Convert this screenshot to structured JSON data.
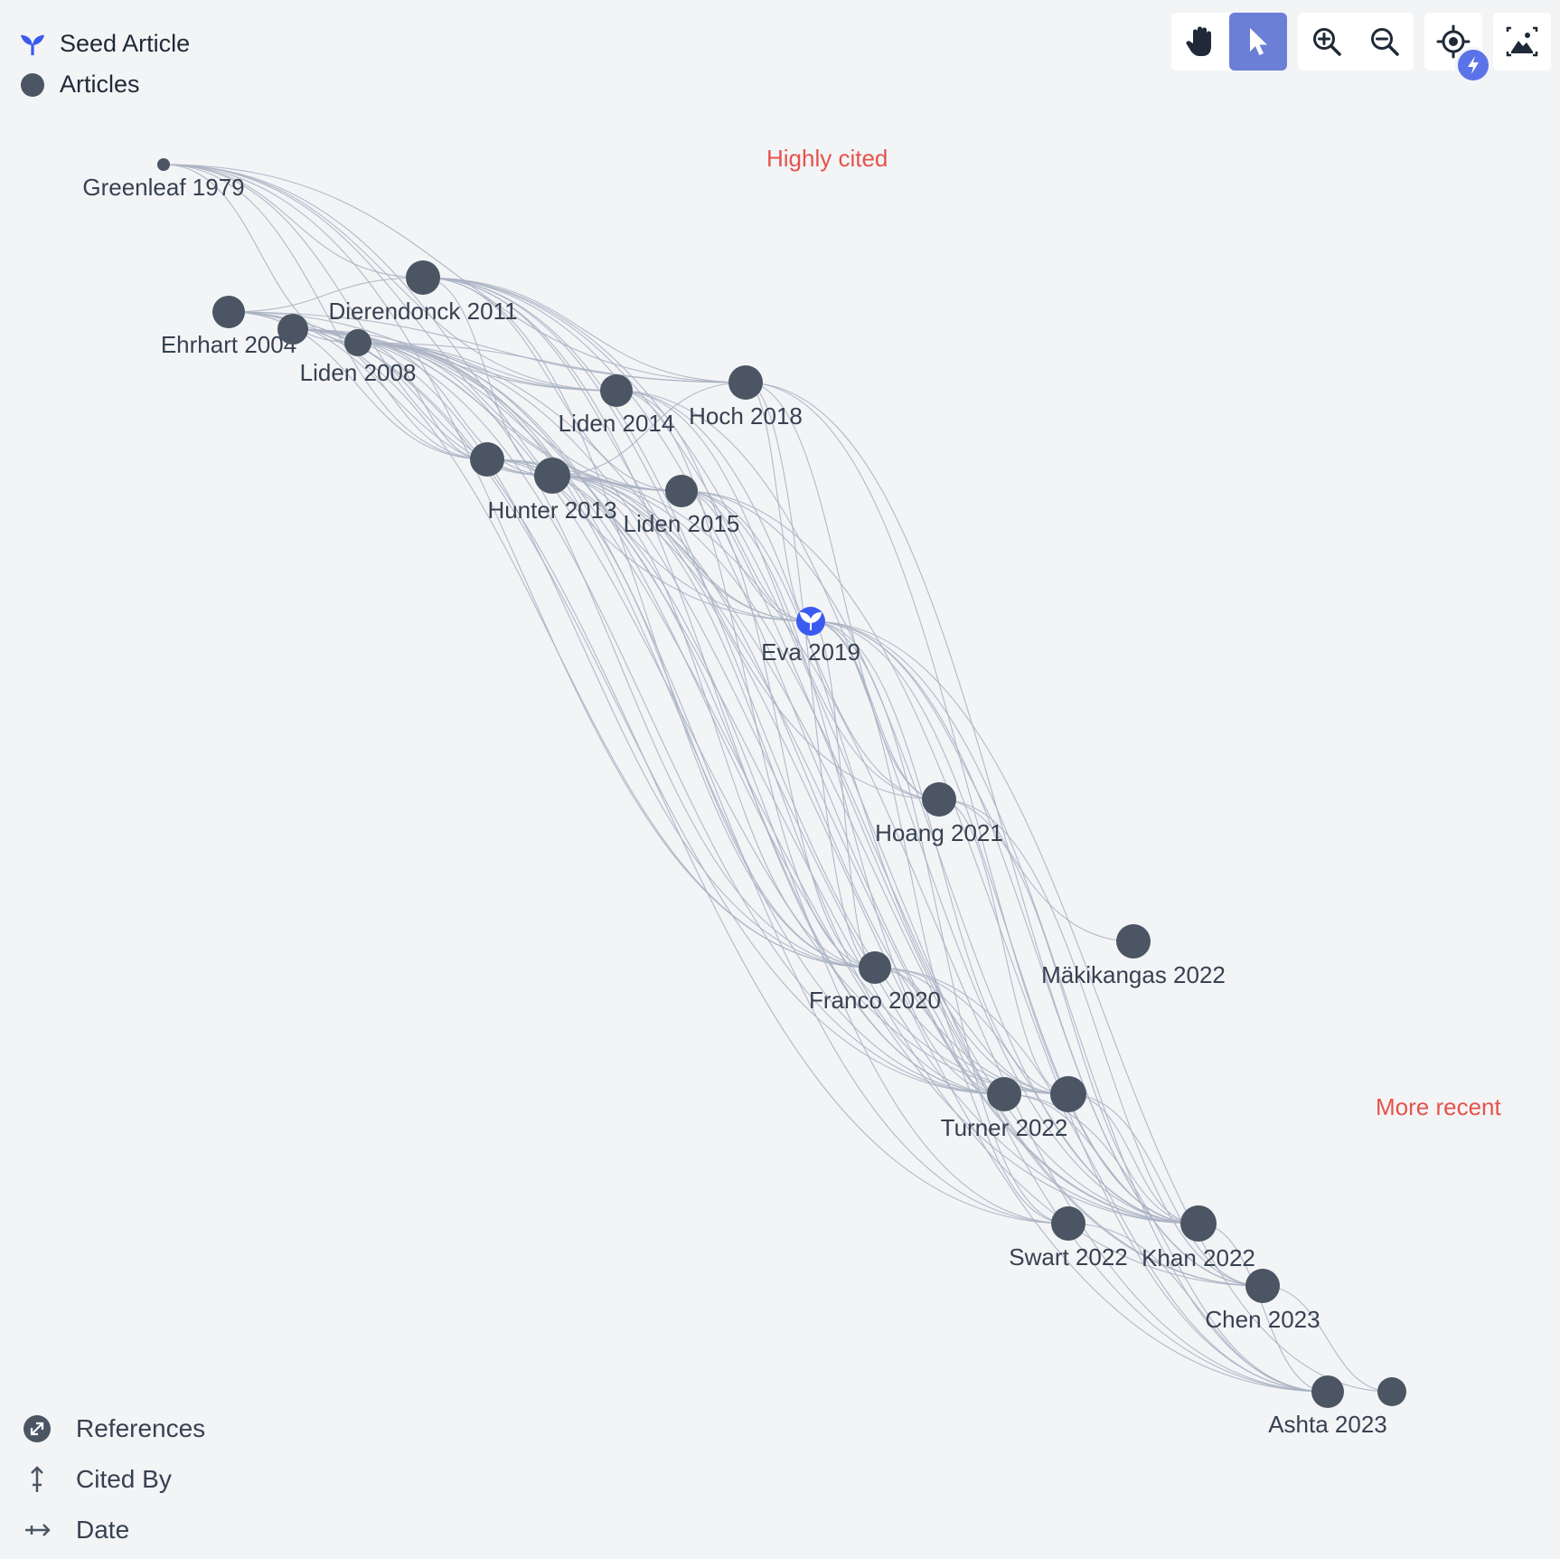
{
  "legend": {
    "seed_label": "Seed Article",
    "articles_label": "Articles"
  },
  "toolbar": {
    "pan": "hand-icon",
    "select": "cursor-icon",
    "zoom_in": "zoom-in-icon",
    "zoom_out": "zoom-out-icon",
    "recenter": "target-icon",
    "badge": "bolt-icon",
    "export": "image-icon"
  },
  "annotations": {
    "highly_cited": "Highly cited",
    "more_recent": "More recent"
  },
  "bottom_legend": {
    "references": "References",
    "cited_by": "Cited By",
    "date": "Date"
  },
  "colors": {
    "node": "#4b5563",
    "seed": "#3b5bf0",
    "edge": "#aab3c3",
    "accent_active": "#6b7fd7",
    "annotation": "#e5534b"
  },
  "graph": {
    "nodes": [
      {
        "id": "greenleaf1979",
        "label": "Greenleaf 1979"
      },
      {
        "id": "dierendonck2011",
        "label": "Dierendonck 2011"
      },
      {
        "id": "ehrhart2004",
        "label": "Ehrhart 2004"
      },
      {
        "id": "unlabeled1",
        "label": ""
      },
      {
        "id": "liden2008",
        "label": "Liden 2008"
      },
      {
        "id": "liden2014",
        "label": "Liden 2014"
      },
      {
        "id": "hoch2018",
        "label": "Hoch 2018"
      },
      {
        "id": "unlabeled2",
        "label": ""
      },
      {
        "id": "hunter2013",
        "label": "Hunter 2013"
      },
      {
        "id": "liden2015",
        "label": "Liden 2015"
      },
      {
        "id": "eva2019",
        "label": "Eva 2019",
        "seed": true
      },
      {
        "id": "hoang2021",
        "label": "Hoang 2021"
      },
      {
        "id": "makikangas2022",
        "label": "Mäkikangas 2022"
      },
      {
        "id": "franco2020",
        "label": "Franco 2020"
      },
      {
        "id": "turner2022",
        "label": "Turner 2022"
      },
      {
        "id": "unlabeled3",
        "label": ""
      },
      {
        "id": "swart2022",
        "label": "Swart 2022"
      },
      {
        "id": "khan2022",
        "label": "Khan 2022"
      },
      {
        "id": "chen2023",
        "label": "Chen 2023"
      },
      {
        "id": "ashta2023",
        "label": "Ashta 2023"
      },
      {
        "id": "unlabeled4",
        "label": ""
      }
    ]
  }
}
